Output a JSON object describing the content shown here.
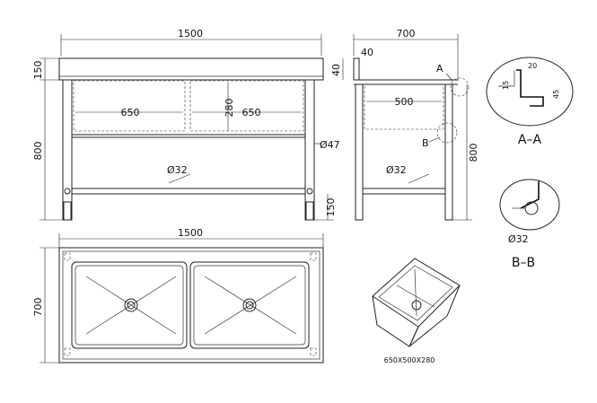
{
  "front_view": {
    "width": "1500",
    "top_height": "150",
    "height": "800",
    "left_sink_width": "650",
    "right_sink_width": "650",
    "sink_depth": "280",
    "leg_diameter": "Ø47",
    "crossbar_diameter": "Ø32",
    "foot_height": "150"
  },
  "side_view": {
    "width": "700",
    "backsplash_height": "40",
    "backsplash_depth": "40",
    "sink_width": "500",
    "height": "800",
    "crossbar_diameter": "Ø32",
    "detail_a": "A",
    "detail_b": "B"
  },
  "top_view": {
    "width": "1500",
    "depth": "700"
  },
  "section_aa": {
    "title": "A–A",
    "dim_top": "20",
    "dim_left": "15",
    "dim_right": "45"
  },
  "section_bb": {
    "title": "B–B",
    "diameter": "Ø32"
  },
  "iso_view": {
    "caption": "650X500X280"
  }
}
